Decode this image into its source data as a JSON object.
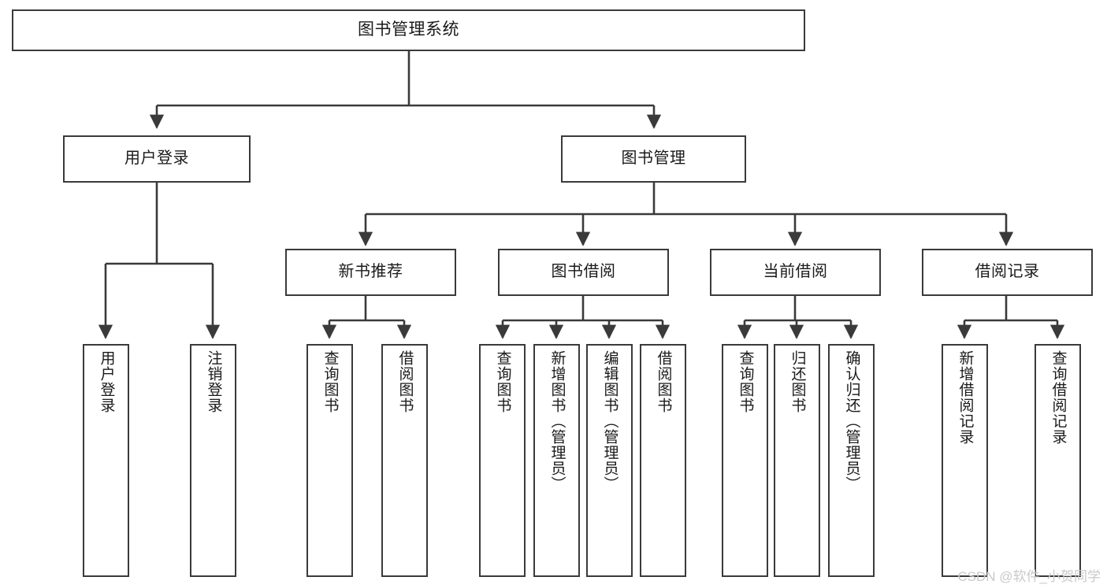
{
  "diagram": {
    "type": "tree",
    "title": "图书管理系统",
    "watermark": "CSDN @软件_小贺同学",
    "colors": {
      "box_border": "#3a3a3a",
      "box_fill": "#ffffff",
      "edge": "#3a3a3a",
      "text": "#1a1a1a",
      "watermark": "#c9c9c9",
      "background": "#ffffff"
    },
    "nodes": {
      "root": {
        "label": "图书管理系统"
      },
      "level1": [
        {
          "label": "用户登录"
        },
        {
          "label": "图书管理"
        }
      ],
      "level2": [
        {
          "label": "新书推荐"
        },
        {
          "label": "图书借阅"
        },
        {
          "label": "当前借阅"
        },
        {
          "label": "借阅记录"
        }
      ],
      "leaves": {
        "user_login": [
          {
            "label": "用户登录"
          },
          {
            "label": "注销登录"
          }
        ],
        "new_book": [
          {
            "label": "查询图书"
          },
          {
            "label": "借阅图书"
          }
        ],
        "borrow_book": [
          {
            "label": "查询图书"
          },
          {
            "label": "新增图书（管理员）"
          },
          {
            "label": "编辑图书（管理员）"
          },
          {
            "label": "借阅图书"
          }
        ],
        "current_borrow": [
          {
            "label": "查询图书"
          },
          {
            "label": "归还图书"
          },
          {
            "label": "确认归还（管理员）"
          }
        ],
        "borrow_record": [
          {
            "label": "新增借阅记录"
          },
          {
            "label": "查询借阅记录"
          }
        ]
      }
    }
  }
}
